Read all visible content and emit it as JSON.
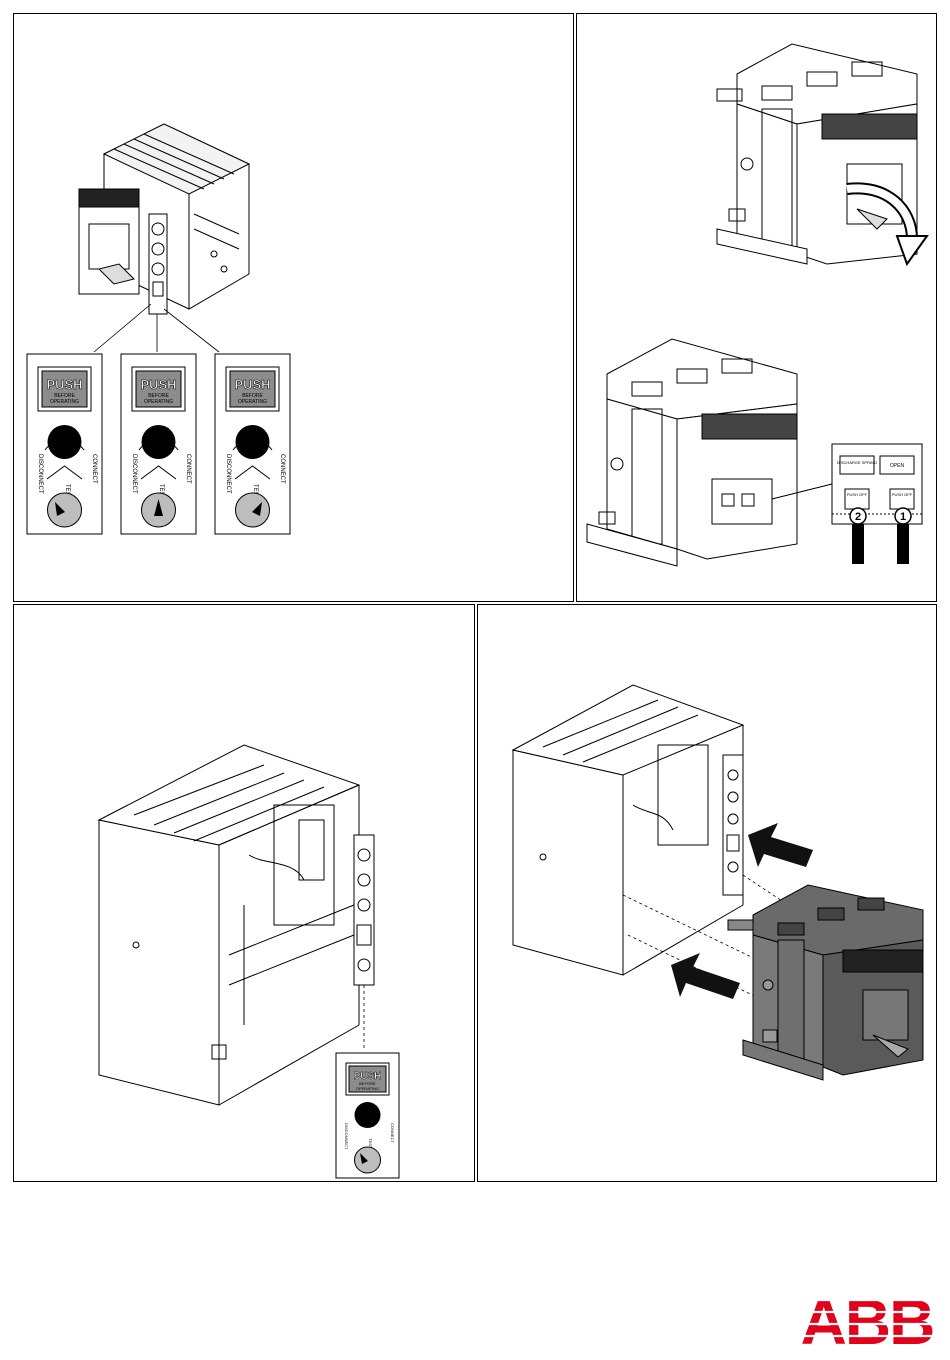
{
  "panels": {
    "panel1": {
      "indicators": [
        {
          "push": "PUSH",
          "before": "BEFORE",
          "operating": "OPERATING",
          "disconnect": "DISCONNECT",
          "test": "TEST",
          "connect": "CONNECT",
          "position": "disconnect"
        },
        {
          "push": "PUSH",
          "before": "BEFORE",
          "operating": "OPERATING",
          "disconnect": "DISCONNECT",
          "test": "TEST",
          "connect": "CONNECT",
          "position": "test"
        },
        {
          "push": "PUSH",
          "before": "BEFORE",
          "operating": "OPERATING",
          "disconnect": "DISCONNECT",
          "test": "TEST",
          "connect": "CONNECT",
          "position": "connect"
        }
      ]
    },
    "panel2": {
      "inset": {
        "btn_left": "DISCHARGE SPRING",
        "btn_right": "OPEN",
        "push_off_1": "PUSH OFF",
        "push_off_2": "PUSH OFF",
        "step_1": "1",
        "step_2": "2"
      }
    },
    "panel3": {
      "indicator": {
        "push": "PUSH",
        "before": "BEFORE",
        "operating": "OPERATING",
        "disconnect": "DISCONNECT",
        "test": "TEST",
        "connect": "CONNECT",
        "position": "disconnect"
      }
    },
    "panel4": {}
  },
  "logo": {
    "text": "ABB",
    "color": "#e2001a"
  },
  "colors": {
    "line": "#000000",
    "knob": "#000000",
    "dial": "#bdbdbd",
    "push_face": "#8c8c8c",
    "breaker_dark": "#5a5a5a"
  }
}
